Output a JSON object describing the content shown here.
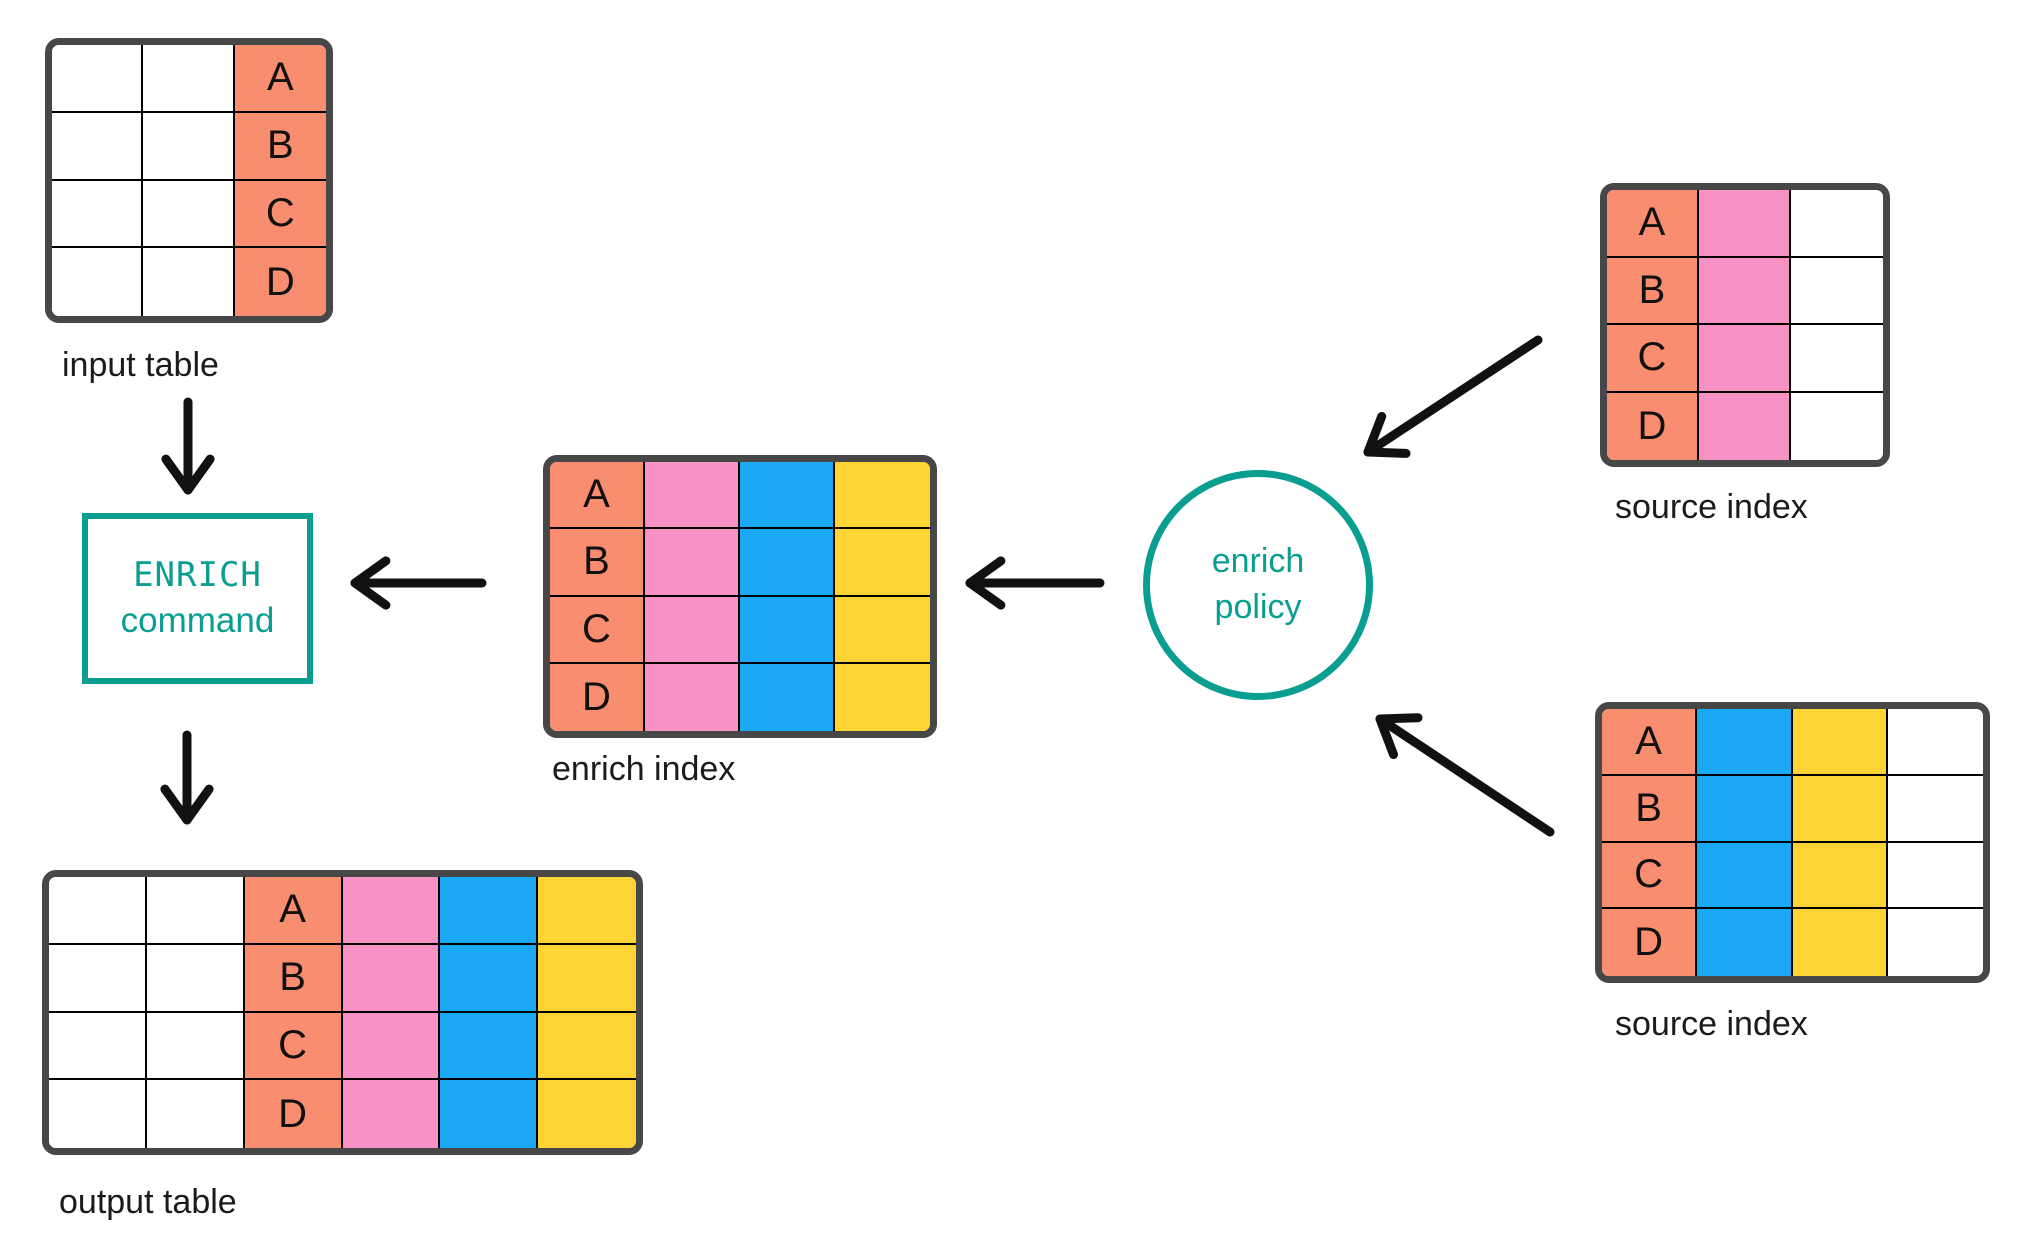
{
  "title": "ENRICH command data flow diagram",
  "colors": {
    "salmon": "#f98d6f",
    "pink": "#f892c5",
    "blue": "#1ba9f5",
    "yellow": "#fdd434",
    "white": "#ffffff",
    "teal": "#0a9e91",
    "table_border": "#474747",
    "grid_line": "#000000",
    "arrow": "#111111",
    "label_text": "#1b1b1b"
  },
  "row_letters": [
    "A",
    "B",
    "C",
    "D"
  ],
  "nodes": {
    "input_table": {
      "label": "input table",
      "columns": [
        "white",
        "white",
        "salmon"
      ],
      "letter_col": 2
    },
    "enrich_index": {
      "label": "enrich index",
      "columns": [
        "salmon",
        "pink",
        "blue",
        "yellow"
      ],
      "letter_col": 0
    },
    "source_index_top": {
      "label": "source index",
      "columns": [
        "salmon",
        "pink",
        "white"
      ],
      "letter_col": 0
    },
    "source_index_bottom": {
      "label": "source index",
      "columns": [
        "salmon",
        "blue",
        "yellow",
        "white"
      ],
      "letter_col": 0
    },
    "output_table": {
      "label": "output table",
      "columns": [
        "white",
        "white",
        "salmon",
        "pink",
        "blue",
        "yellow"
      ],
      "letter_col": 2
    },
    "enrich_command": {
      "line1": "ENRICH",
      "line2": "command"
    },
    "enrich_policy": {
      "line1": "enrich",
      "line2": "policy"
    }
  }
}
